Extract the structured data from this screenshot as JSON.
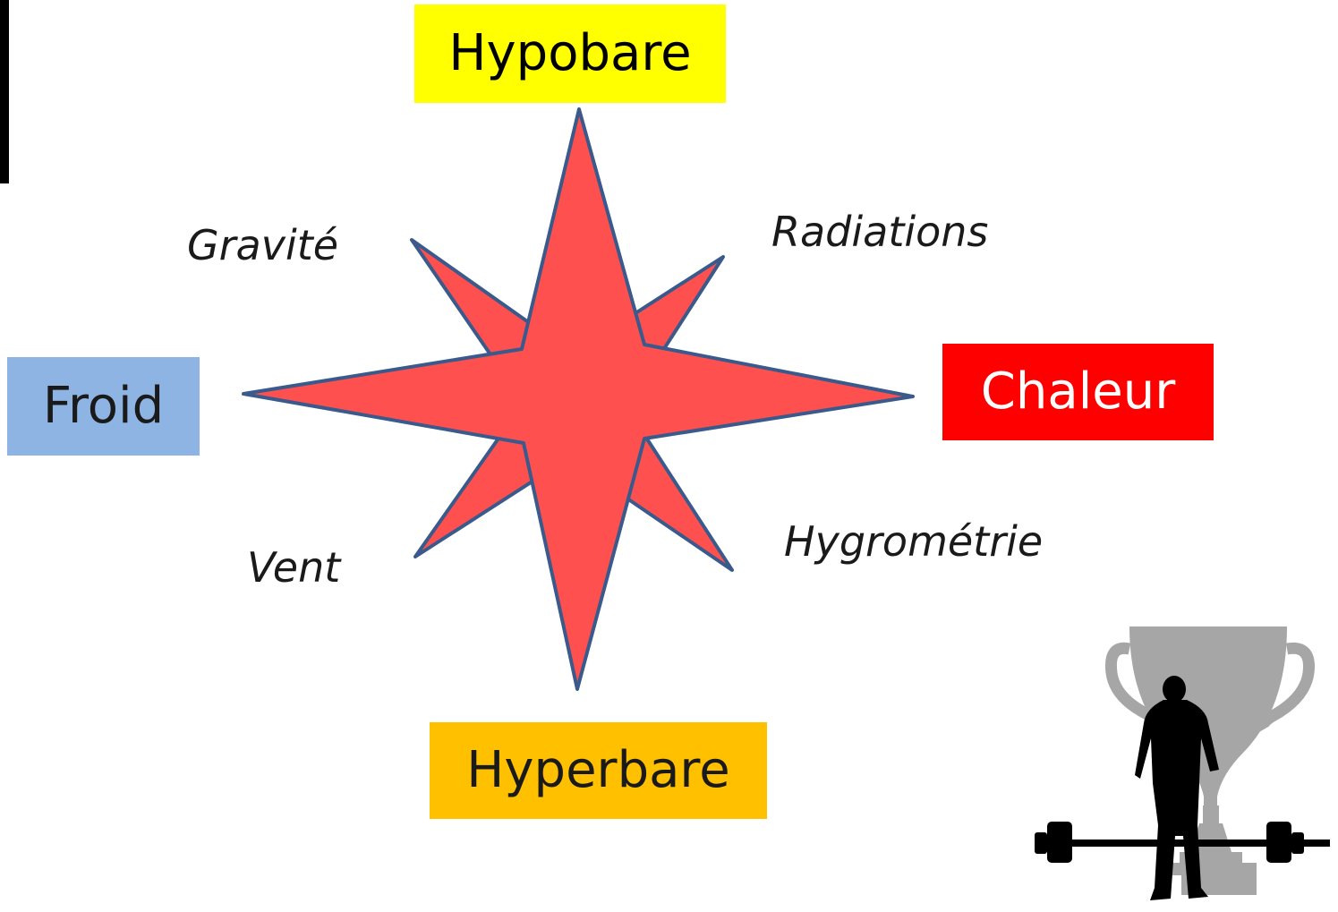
{
  "colors": {
    "top_box": "#ffff00",
    "left_box": "#8eb4e3",
    "right_box": "#ff0000",
    "bottom_box": "#ffc000",
    "star_fill": "#ff5050",
    "star_stroke": "#3a5a8c"
  },
  "labels": {
    "top": "Hypobare",
    "left": "Froid",
    "right": "Chaleur",
    "bottom": "Hyperbare",
    "north_west": "Gravité",
    "north_east": "Radiations",
    "south_west": "Vent",
    "south_east": "Hygrométrie"
  },
  "icons": [
    "compass-star-icon",
    "trophy-icon",
    "weightlifter-icon"
  ]
}
